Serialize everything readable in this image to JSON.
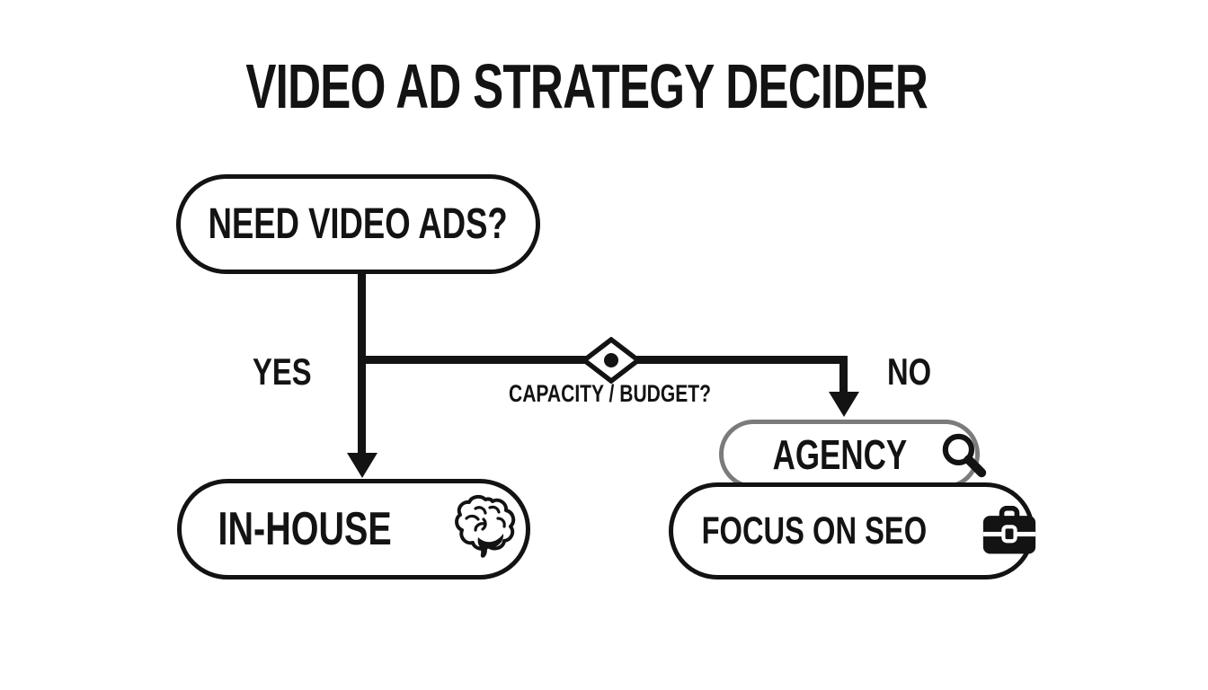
{
  "title": "VIDEO AD STRATEGY DECIDER",
  "nodes": {
    "root": {
      "label": "NEED VIDEO ADS?"
    },
    "in_house": {
      "label": "IN-HOUSE",
      "icon": "brain-icon"
    },
    "agency": {
      "label": "AGENCY",
      "icon": "search-icon"
    },
    "seo": {
      "label": "FOCUS ON SEO",
      "icon": "briefcase-icon"
    }
  },
  "edges": {
    "yes_label": "YES",
    "no_label": "NO",
    "condition_label": "CAPACITY / BUDGET?"
  },
  "colors": {
    "ink": "#131313",
    "agency_border": "#7b7b7b",
    "background": "#ffffff"
  }
}
